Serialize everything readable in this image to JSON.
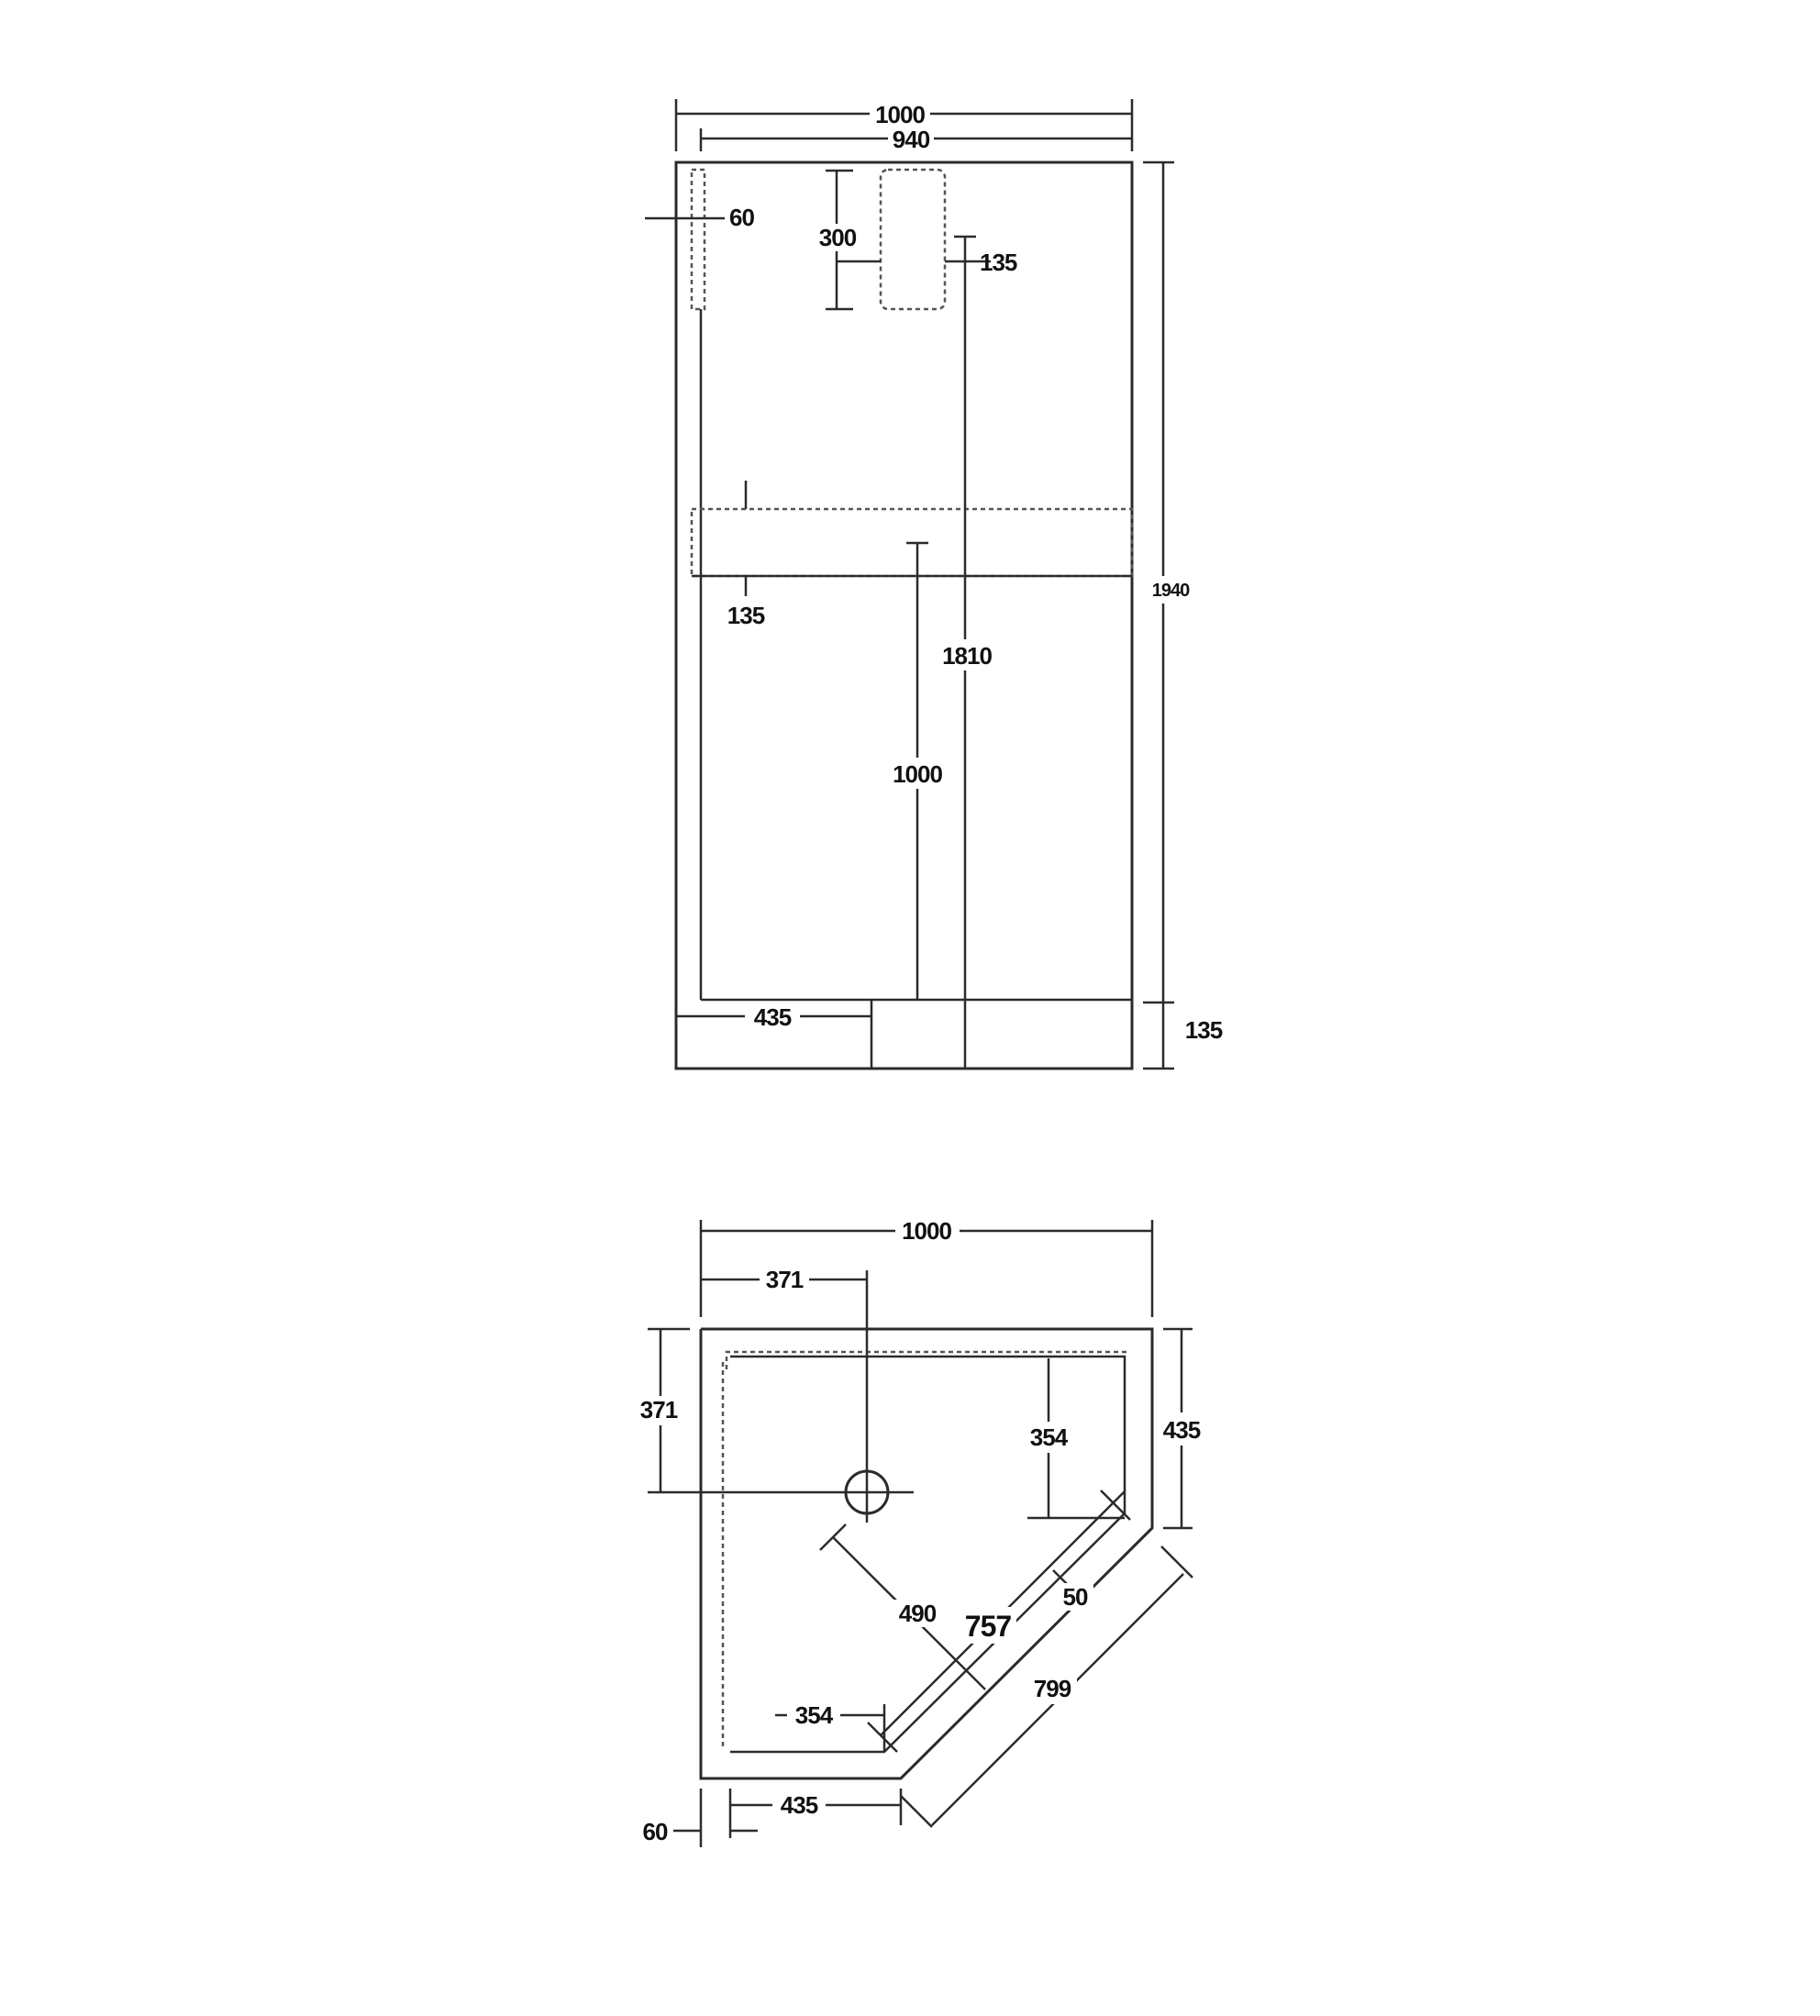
{
  "elevation": {
    "width_overall": "1000",
    "width_inner": "940",
    "side_panel_width": "60",
    "soap_tray_height": "300",
    "soap_tray_offset": "135",
    "height_overall": "1940",
    "height_to_top": "1810",
    "shelf_depth": "135",
    "height_to_mid": "1000",
    "bottom_offset": "435",
    "base_height": "135"
  },
  "plan": {
    "width_overall": "1000",
    "waste_x": "371",
    "waste_y": "371",
    "side_return": "354",
    "side_length": "435",
    "diagonal_to_waste": "490",
    "diagonal_inner": "757",
    "rim_width": "50",
    "diagonal_outer": "799",
    "bottom_return": "354",
    "bottom_length": "435",
    "rim": "60"
  }
}
